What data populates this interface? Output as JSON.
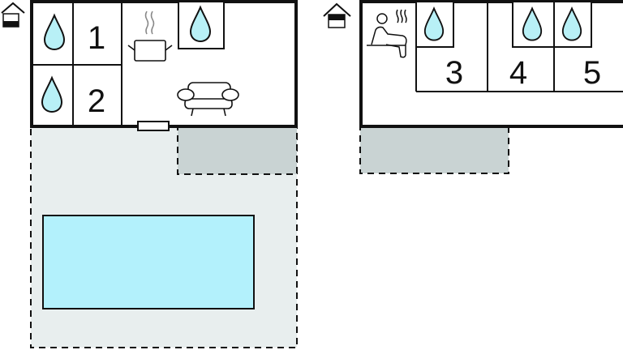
{
  "rooms": {
    "room_1": "1",
    "room_2": "2",
    "room_3": "3",
    "room_4": "4",
    "room_5": "5"
  },
  "colors": {
    "water": "#b8f0f6",
    "pool": "#b3f1fc",
    "terrace_light": "#e8eeee",
    "terrace_dark": "#c9d3d3",
    "wall": "#111111"
  },
  "icons": [
    "house-ground-floor-icon",
    "house-upper-floor-icon",
    "bathroom-drop-icon",
    "kitchen-pot-icon",
    "sofa-icon",
    "sauna-icon"
  ]
}
